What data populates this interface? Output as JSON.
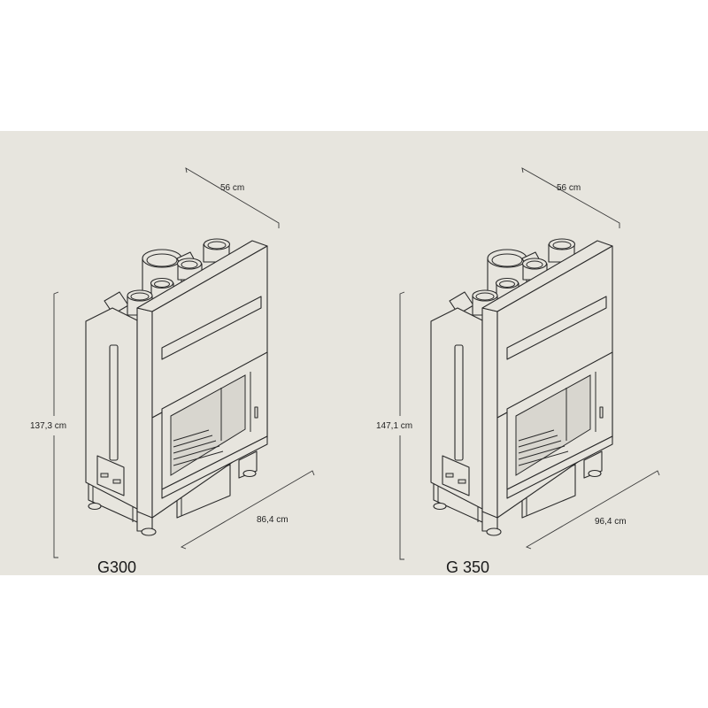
{
  "models": [
    {
      "name": "G300",
      "depth": "56 cm",
      "height": "137,3 cm",
      "width": "86,4 cm"
    },
    {
      "name": "G 350",
      "depth": "56 cm",
      "height": "147,1 cm",
      "width": "96,4 cm"
    }
  ],
  "colors": {
    "background": "#e7e5de",
    "line": "#2a2a2a"
  }
}
